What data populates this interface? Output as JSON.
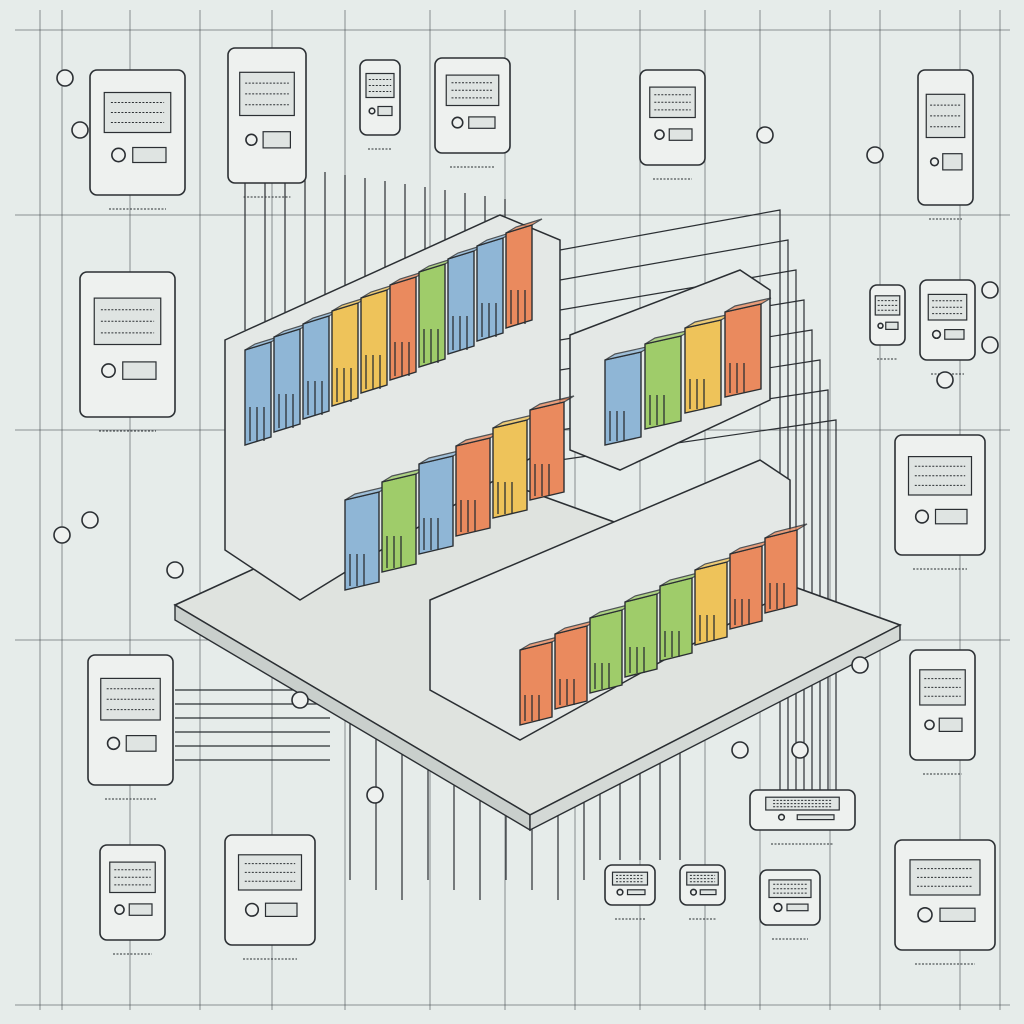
{
  "diagram": {
    "palette": {
      "background": "#e6ecea",
      "ink": "#2b2f33",
      "blue": "#8fb6d6",
      "green": "#9fcc6a",
      "yellow": "#eec35a",
      "orange": "#ea8a5e"
    },
    "rails": [
      {
        "name": "upper-left-rail",
        "modules": [
          "blue",
          "blue",
          "blue",
          "yellow",
          "yellow",
          "orange",
          "green",
          "blue",
          "blue",
          "orange"
        ]
      },
      {
        "name": "middle-rail",
        "modules": [
          "blue",
          "green",
          "blue",
          "orange",
          "yellow",
          "orange"
        ]
      },
      {
        "name": "right-rail",
        "modules": [
          "blue",
          "green",
          "yellow",
          "orange"
        ]
      },
      {
        "name": "front-rail",
        "modules": [
          "orange",
          "orange",
          "green",
          "green",
          "green",
          "yellow",
          "orange",
          "orange"
        ]
      }
    ]
  }
}
